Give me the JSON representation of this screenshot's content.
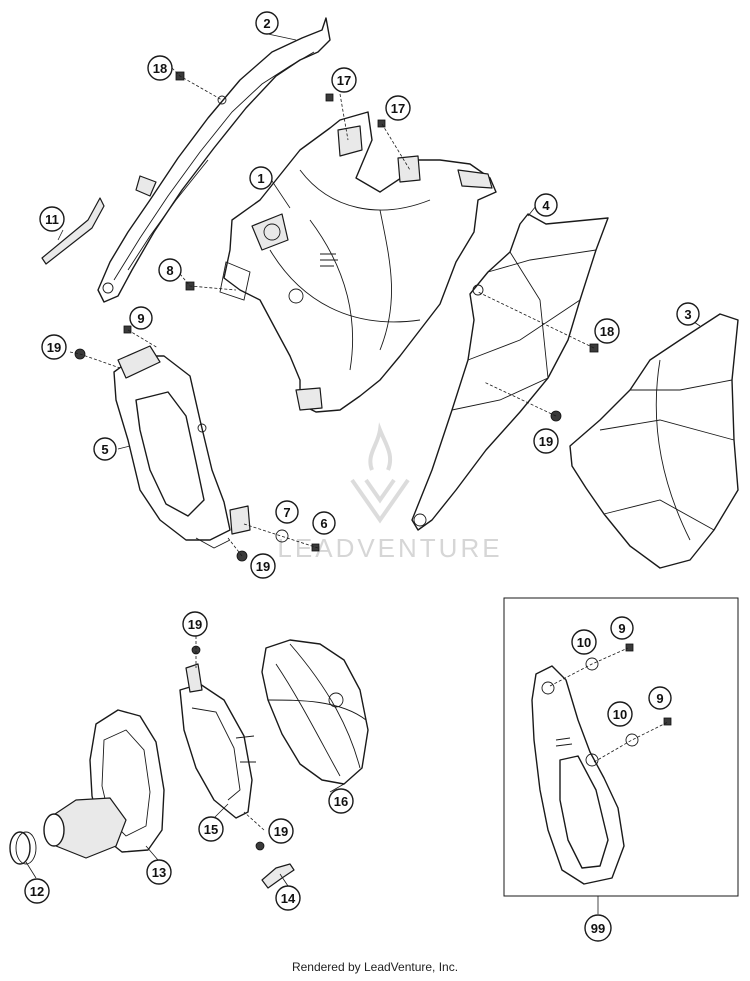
{
  "watermark": {
    "text": "LEADVENTURE"
  },
  "footer": {
    "text": "Rendered by LeadVenture, Inc."
  },
  "kit_label": "99",
  "callouts": [
    {
      "id": "c2",
      "label": "2"
    },
    {
      "id": "c18a",
      "label": "18"
    },
    {
      "id": "c17a",
      "label": "17"
    },
    {
      "id": "c17b",
      "label": "17"
    },
    {
      "id": "c1",
      "label": "1"
    },
    {
      "id": "c11",
      "label": "11"
    },
    {
      "id": "c4",
      "label": "4"
    },
    {
      "id": "c8",
      "label": "8"
    },
    {
      "id": "c9a",
      "label": "9"
    },
    {
      "id": "c19a",
      "label": "19"
    },
    {
      "id": "c18b",
      "label": "18"
    },
    {
      "id": "c3",
      "label": "3"
    },
    {
      "id": "c5",
      "label": "5"
    },
    {
      "id": "c19b",
      "label": "19"
    },
    {
      "id": "c7",
      "label": "7"
    },
    {
      "id": "c6",
      "label": "6"
    },
    {
      "id": "c19c",
      "label": "19"
    },
    {
      "id": "c19d",
      "label": "19"
    },
    {
      "id": "c10a",
      "label": "10"
    },
    {
      "id": "c9b",
      "label": "9"
    },
    {
      "id": "c9c",
      "label": "9"
    },
    {
      "id": "c10b",
      "label": "10"
    },
    {
      "id": "c16",
      "label": "16"
    },
    {
      "id": "c15",
      "label": "15"
    },
    {
      "id": "c19e",
      "label": "19"
    },
    {
      "id": "c13",
      "label": "13"
    },
    {
      "id": "c12",
      "label": "12"
    },
    {
      "id": "c14",
      "label": "14"
    }
  ]
}
